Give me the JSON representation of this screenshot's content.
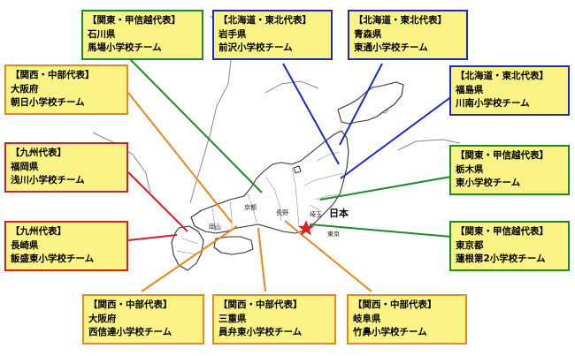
{
  "colors": {
    "kanto": "#1f8a2c",
    "tohoku": "#1c2ac2",
    "kansai": "#e8871e",
    "kyushu": "#d42020",
    "callout_fill": "#fbf386",
    "land": "#ffffff",
    "outline": "#333333",
    "star": "#e02020"
  },
  "map": {
    "country_label": "日本",
    "place_labels": [
      "岡山",
      "京都",
      "長野",
      "埼玉",
      "東京"
    ],
    "marker": "star-icon"
  },
  "callouts": [
    {
      "id": "ishikawa",
      "region": "【関東・甲信越代表】",
      "prefecture": "石川県",
      "team": "馬場小学校チーム"
    },
    {
      "id": "iwate",
      "region": "【北海道・東北代表】",
      "prefecture": "岩手県",
      "team": "前沢小学校チーム"
    },
    {
      "id": "aomori",
      "region": "【北海道・東北代表】",
      "prefecture": "青森県",
      "team": "東通小学校チーム"
    },
    {
      "id": "osaka1",
      "region": "【関西・中部代表】",
      "prefecture": "大阪府",
      "team": "朝日小学校チーム"
    },
    {
      "id": "fukushima",
      "region": "【北海道・東北代表】",
      "prefecture": "福島県",
      "team": "川南小学校チーム"
    },
    {
      "id": "fukuoka",
      "region": "【九州代表】",
      "prefecture": "福岡県",
      "team": "浅川小学校チーム"
    },
    {
      "id": "tochigi",
      "region": "【関東・甲信越代表】",
      "prefecture": "栃木県",
      "team": "東小学校チーム"
    },
    {
      "id": "nagasaki",
      "region": "【九州代表】",
      "prefecture": "長崎県",
      "team": "飯盛東小学校チーム"
    },
    {
      "id": "tokyo",
      "region": "【関東・甲信越代表】",
      "prefecture": "東京都",
      "team": "蓮根第2小学校チーム"
    },
    {
      "id": "osaka2",
      "region": "【関西・中部代表】",
      "prefecture": "大阪府",
      "team": "西信達小学校チーム"
    },
    {
      "id": "mie",
      "region": "【関西・中部代表】",
      "prefecture": "三重県",
      "team": "員弁東小学校チーム"
    },
    {
      "id": "gifu",
      "region": "【関西・中部代表】",
      "prefecture": "岐阜県",
      "team": "竹鼻小学校チーム"
    }
  ]
}
